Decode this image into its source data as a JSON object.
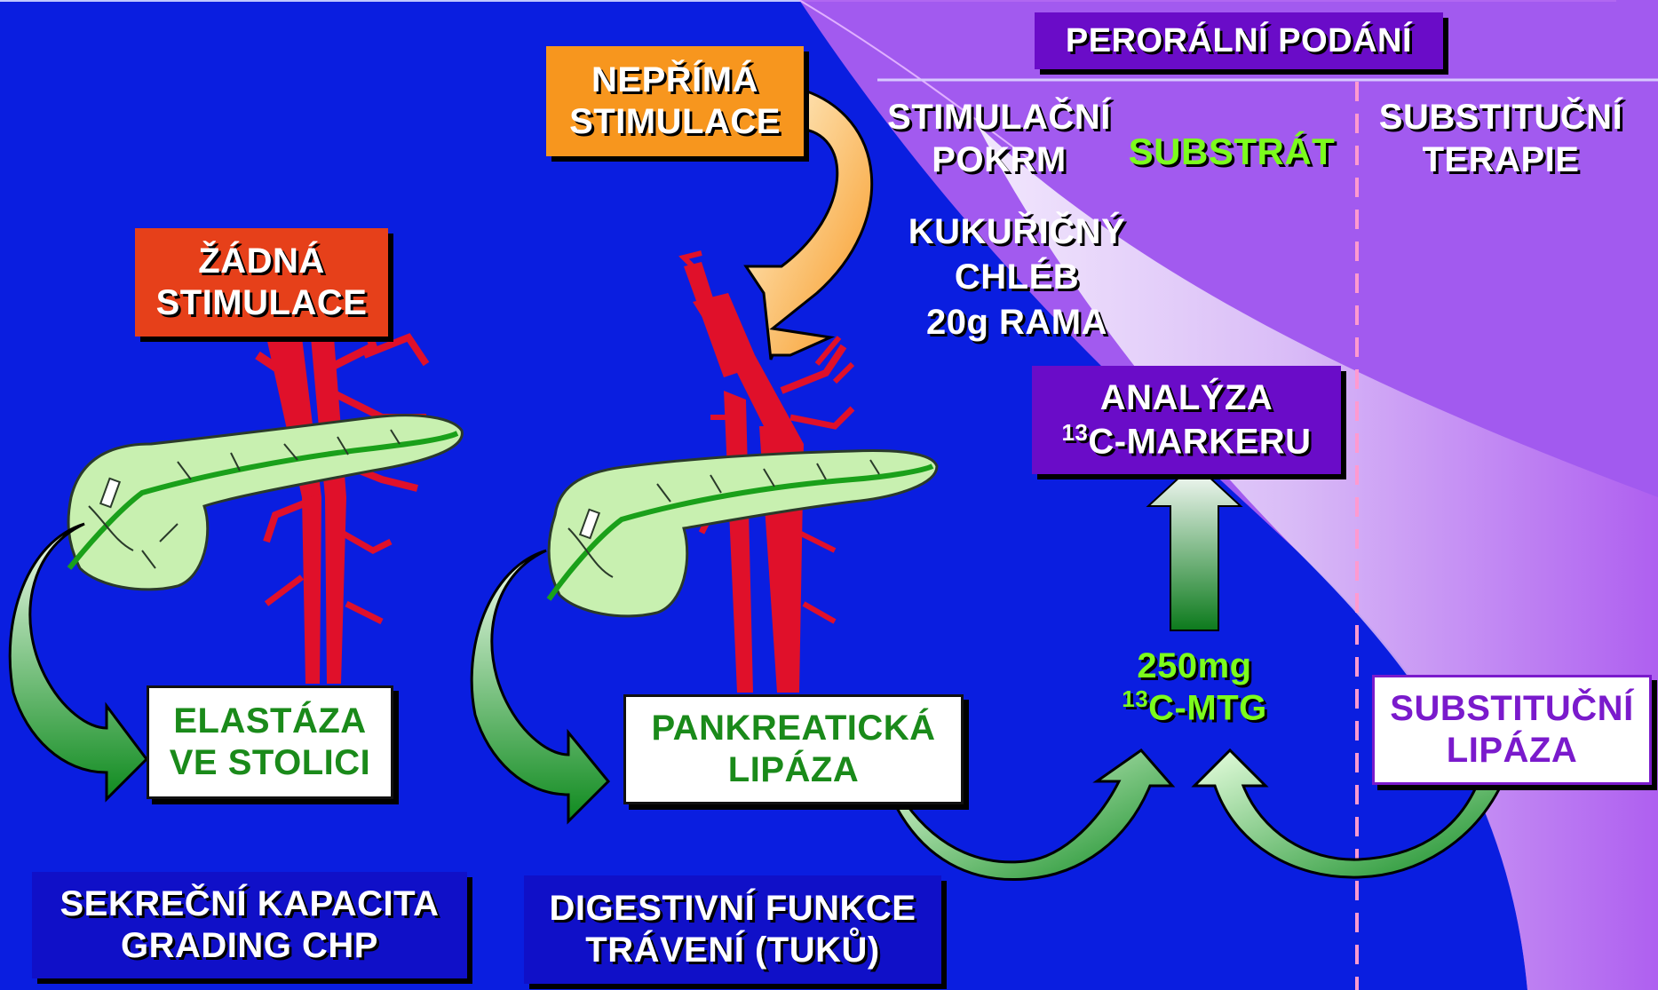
{
  "colors": {
    "background": "#0a1ee0",
    "no_stim_box": "#e6401a",
    "indirect_box": "#f7961e",
    "purple_box": "#6a0cc8",
    "navy_box": "#1010c8",
    "green_text": "#1a8a1a",
    "lime_text": "#7cfc1c",
    "vessel_red": "#e0102a",
    "pancreas_fill": "#c8f0b0",
    "duct_green": "#1aa01a"
  },
  "header": {
    "oral_title": "PERORÁLNÍ PODÁNÍ"
  },
  "labels": {
    "no_stimulation": [
      "ŽÁDNÁ",
      "STIMULACE"
    ],
    "indirect_stimulation": [
      "NEPŘÍMÁ",
      "STIMULACE"
    ],
    "elastase": [
      "ELASTÁZA",
      "VE STOLICI"
    ],
    "pancreatic_lipase": [
      "PANKREATICKÁ",
      "LIPÁZA"
    ],
    "secretory_capacity": [
      "SEKREČNÍ KAPACITA",
      "GRADING CHP"
    ],
    "digestive_function": [
      "DIGESTIVNÍ FUNKCE",
      "TRÁVENÍ (TUKŮ)"
    ],
    "stimulating_meal": [
      "STIMULAČNÍ",
      "POKRM"
    ],
    "substrate": "SUBSTRÁT",
    "substitution_therapy": [
      "SUBSTITUČNÍ",
      "TERAPIE"
    ],
    "meal_contents": [
      "KUKUŘIČNÝ",
      "CHLÉB",
      "20g RAMA"
    ],
    "analysis": {
      "line1": "ANALÝZA",
      "superscript": "13",
      "line2": "C-MARKERU"
    },
    "substrate_dose": {
      "line1": "250mg",
      "superscript": "13",
      "line2": "C-MTG"
    },
    "substitution_lipase": [
      "SUBSTITUČNÍ",
      "LIPÁZA"
    ]
  },
  "icons": {
    "pancreas_left": "pancreas-illustration",
    "pancreas_middle": "pancreas-illustration",
    "curved_arrows": "curved-arrow"
  }
}
